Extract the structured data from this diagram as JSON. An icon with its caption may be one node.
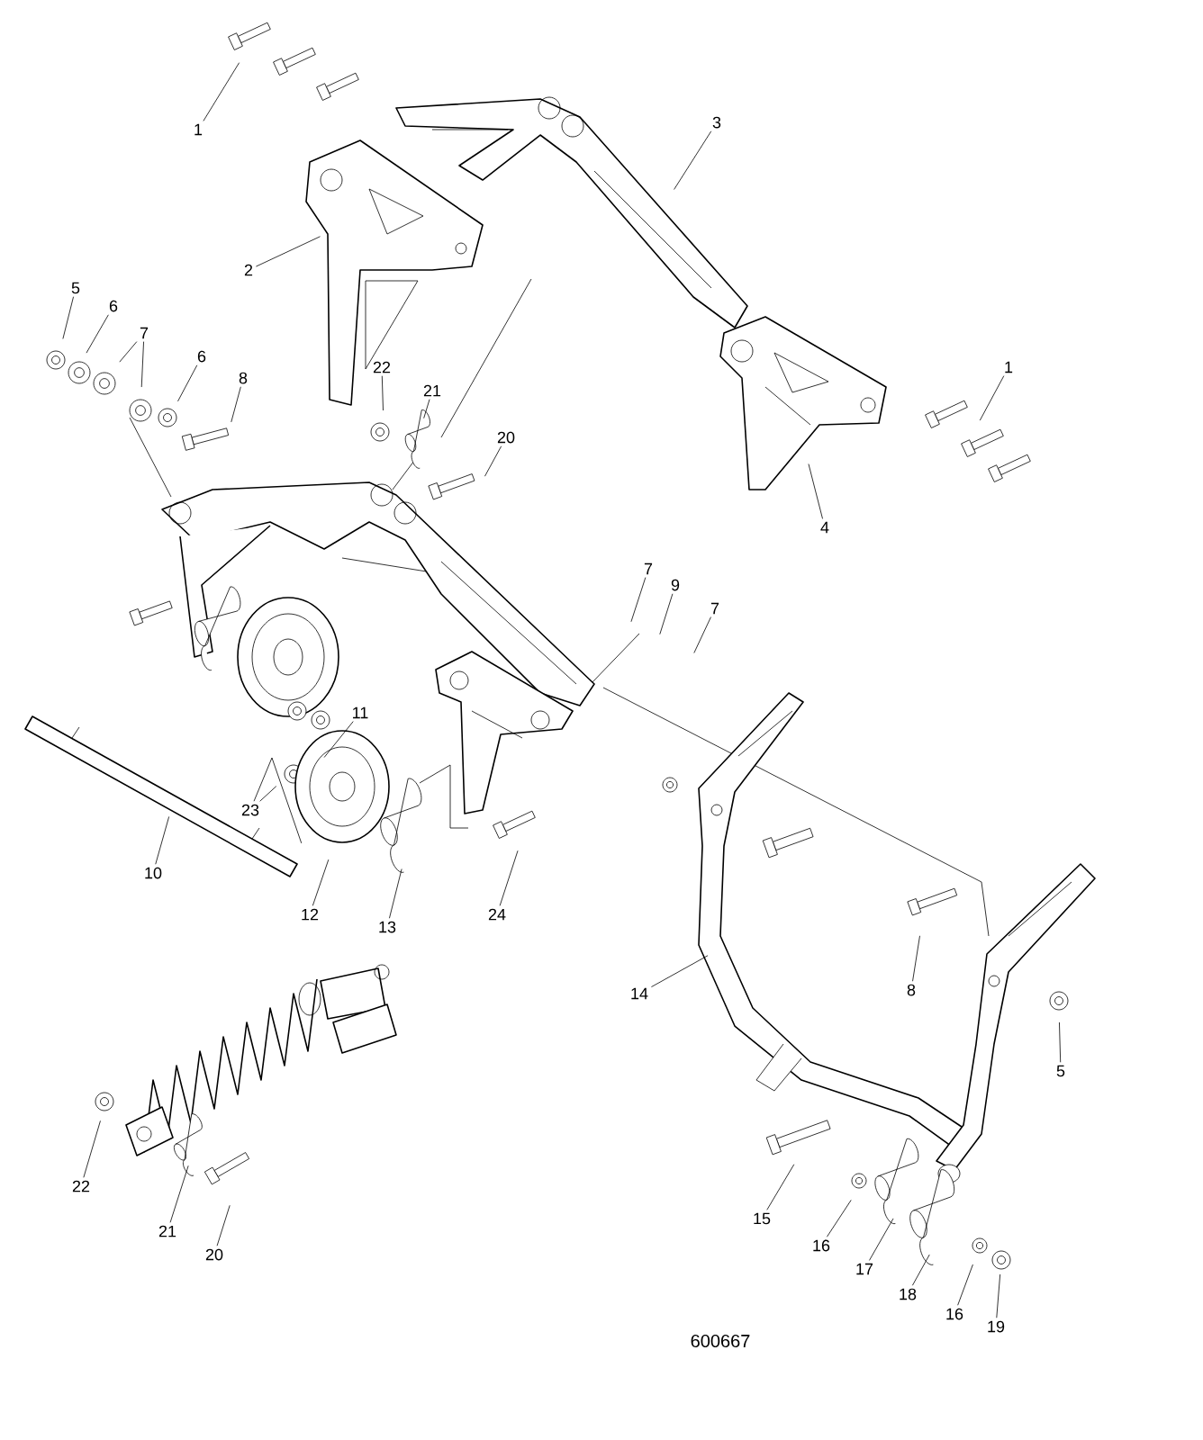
{
  "diagram": {
    "nodes": [
      {
        "text": [
          "1"
        ]
      },
      {
        "text": [
          "2"
        ]
      },
      {
        "text": [
          "3"
        ]
      },
      {
        "text": [
          "5"
        ]
      },
      {
        "text": [
          "6"
        ]
      },
      {
        "text": [
          "7"
        ]
      },
      {
        "text": [
          "6"
        ]
      },
      {
        "text": [
          "8"
        ]
      },
      {
        "text": [
          "22"
        ]
      },
      {
        "text": [
          "21"
        ]
      },
      {
        "text": [
          "20"
        ]
      },
      {
        "text": [
          "1"
        ]
      },
      {
        "text": [
          "4"
        ]
      },
      {
        "text": [
          "7"
        ]
      },
      {
        "text": [
          "9"
        ]
      },
      {
        "text": [
          "7"
        ]
      },
      {
        "text": [
          "11"
        ]
      },
      {
        "text": [
          "23"
        ]
      },
      {
        "text": [
          "10"
        ]
      },
      {
        "text": [
          "12"
        ]
      },
      {
        "text": [
          "13"
        ]
      },
      {
        "text": [
          "24"
        ]
      },
      {
        "text": [
          "14"
        ]
      },
      {
        "text": [
          "8"
        ]
      },
      {
        "text": [
          "5"
        ]
      },
      {
        "text": [
          "22"
        ]
      },
      {
        "text": [
          "21"
        ]
      },
      {
        "text": [
          "20"
        ]
      },
      {
        "text": [
          "15"
        ]
      },
      {
        "text": [
          "16"
        ]
      },
      {
        "text": [
          "17"
        ]
      },
      {
        "text": [
          "18"
        ]
      },
      {
        "text": [
          "16"
        ]
      },
      {
        "text": [
          "19"
        ]
      }
    ],
    "edges": [
      {
        "from": 0,
        "to": null,
        "arrow": "none"
      },
      {
        "from": 1,
        "to": null,
        "arrow": "none"
      },
      {
        "from": 2,
        "to": null,
        "arrow": "none"
      },
      {
        "from": 3,
        "to": null,
        "arrow": "none"
      },
      {
        "from": 4,
        "to": null,
        "arrow": "none"
      },
      {
        "from": 5,
        "to": null,
        "arrow": "none"
      },
      {
        "from": 5,
        "to": null,
        "arrow": "none"
      },
      {
        "from": 6,
        "to": null,
        "arrow": "none"
      },
      {
        "from": 7,
        "to": null,
        "arrow": "none"
      },
      {
        "from": 8,
        "to": null,
        "arrow": "none"
      },
      {
        "from": 9,
        "to": null,
        "arrow": "none"
      },
      {
        "from": 10,
        "to": null,
        "arrow": "none"
      },
      {
        "from": 11,
        "to": null,
        "arrow": "none"
      },
      {
        "from": 12,
        "to": null,
        "arrow": "none"
      },
      {
        "from": 13,
        "to": null,
        "arrow": "none"
      },
      {
        "from": 14,
        "to": null,
        "arrow": "none"
      },
      {
        "from": 15,
        "to": null,
        "arrow": "none"
      },
      {
        "from": 16,
        "to": null,
        "arrow": "none"
      },
      {
        "from": 17,
        "to": null,
        "arrow": "none"
      },
      {
        "from": 17,
        "to": null,
        "arrow": "none"
      },
      {
        "from": 18,
        "to": null,
        "arrow": "none"
      },
      {
        "from": 19,
        "to": null,
        "arrow": "none"
      },
      {
        "from": 20,
        "to": null,
        "arrow": "none"
      },
      {
        "from": 21,
        "to": null,
        "arrow": "none"
      },
      {
        "from": 22,
        "to": null,
        "arrow": "none"
      },
      {
        "from": 23,
        "to": null,
        "arrow": "none"
      },
      {
        "from": 24,
        "to": null,
        "arrow": "none"
      },
      {
        "from": 25,
        "to": null,
        "arrow": "none"
      },
      {
        "from": 26,
        "to": null,
        "arrow": "none"
      },
      {
        "from": 27,
        "to": null,
        "arrow": "none"
      },
      {
        "from": 28,
        "to": null,
        "arrow": "none"
      },
      {
        "from": 29,
        "to": null,
        "arrow": "none"
      },
      {
        "from": 30,
        "to": null,
        "arrow": "none"
      },
      {
        "from": 31,
        "to": null,
        "arrow": "none"
      },
      {
        "from": 32,
        "to": null,
        "arrow": "none"
      },
      {
        "from": 33,
        "to": null,
        "arrow": "none"
      }
    ],
    "labels": [
      "600667"
    ]
  }
}
